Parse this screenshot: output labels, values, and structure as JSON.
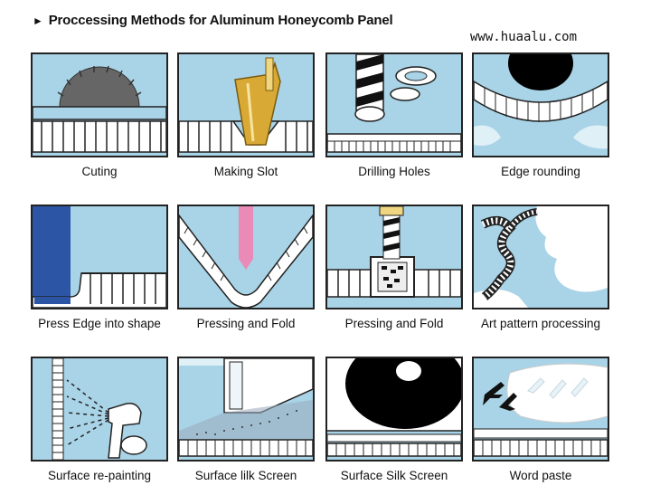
{
  "header": {
    "title": "Proccessing Methods for Aluminum Honeycomb Panel",
    "url": "www.huaalu.com"
  },
  "methods": [
    {
      "label": "Cuting",
      "icon": "saw-icon"
    },
    {
      "label": "Making Slot",
      "icon": "slot-cutter-icon"
    },
    {
      "label": "Drilling Holes",
      "icon": "drill-icon"
    },
    {
      "label": "Edge rounding",
      "icon": "rounding-icon"
    },
    {
      "label": "Press Edge into shape",
      "icon": "press-edge-icon"
    },
    {
      "label": "Pressing and Fold",
      "icon": "v-fold-icon"
    },
    {
      "label": "Pressing and Fold",
      "icon": "press-fold-icon"
    },
    {
      "label": "Art pattern processing",
      "icon": "art-pattern-icon"
    },
    {
      "label": "Surface re-painting",
      "icon": "spray-gun-icon"
    },
    {
      "label": "Surface lilk Screen",
      "icon": "silk-screen-icon"
    },
    {
      "label": "Surface Silk Screen",
      "icon": "silk-roller-icon"
    },
    {
      "label": "Word paste",
      "icon": "word-paste-icon"
    }
  ],
  "colors": {
    "panel_bg": "#a9d3e6",
    "outline": "#222222",
    "tool_gold": "#d8aa35",
    "tool_pink": "#e98bb6",
    "tool_blue": "#2d55a5"
  }
}
